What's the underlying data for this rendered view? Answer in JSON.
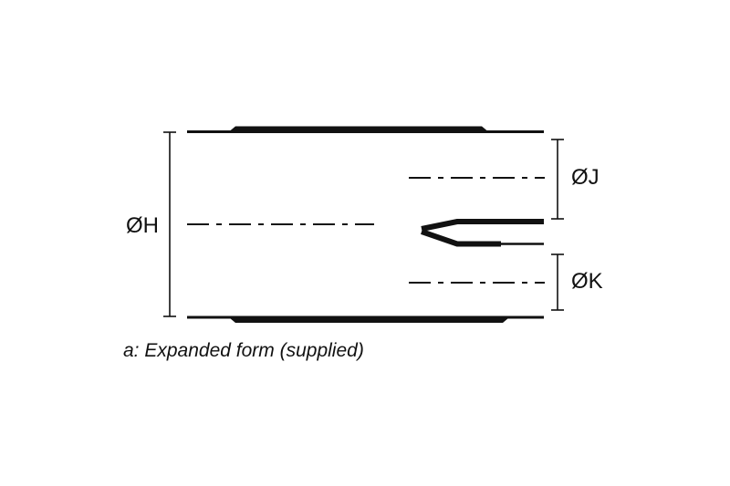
{
  "diagram": {
    "caption": "a: Expanded form (supplied)",
    "labels": {
      "h": "ØH",
      "j": "ØJ",
      "k": "ØK"
    },
    "colors": {
      "line": "#111111",
      "background": "#ffffff"
    }
  }
}
